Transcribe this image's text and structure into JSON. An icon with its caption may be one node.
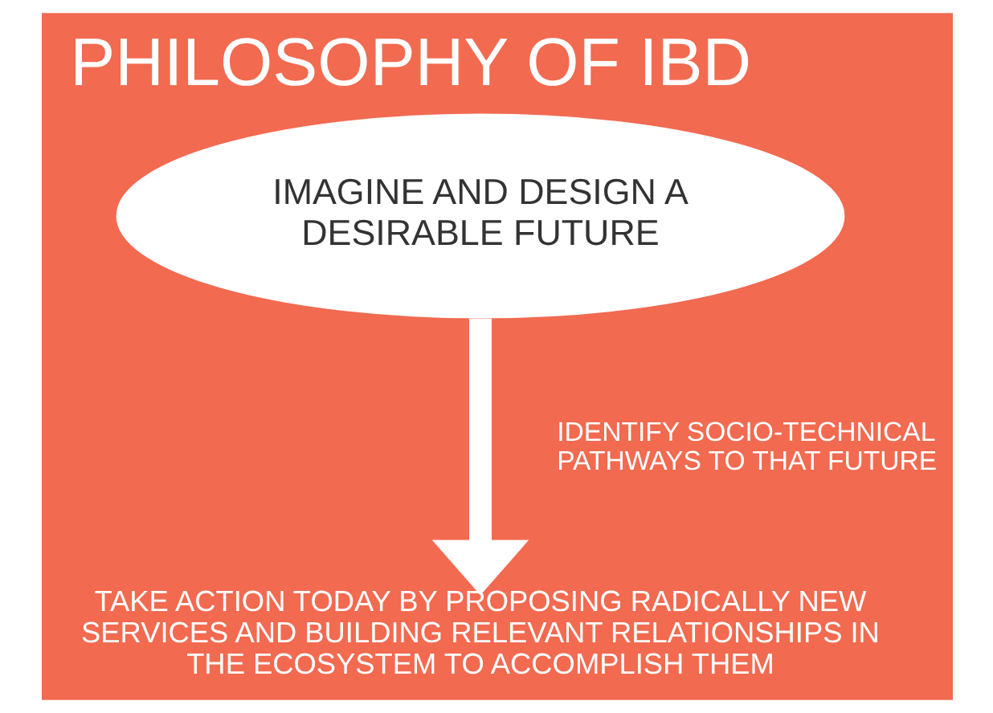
{
  "diagram": {
    "title": "PHILOSOPHY OF IBD",
    "nodes": [
      {
        "text": [
          "IMAGINE AND DESIGN A DESIRABLE FUTURE"
        ]
      },
      {
        "text": [
          "TAKE ACTION TODAY BY PROPOSING RADICALLY NEW SERVICES AND BUILDING RELEVANT RELATIONSHIPS IN THE ECOSYSTEM TO ACCOMPLISH THEM"
        ]
      }
    ],
    "edges": [
      {
        "from": 0,
        "to": 1,
        "arrow": "to",
        "label": "IDENTIFY SOCIO-TECHNICAL PATHWAYS TO THAT FUTURE"
      }
    ]
  }
}
